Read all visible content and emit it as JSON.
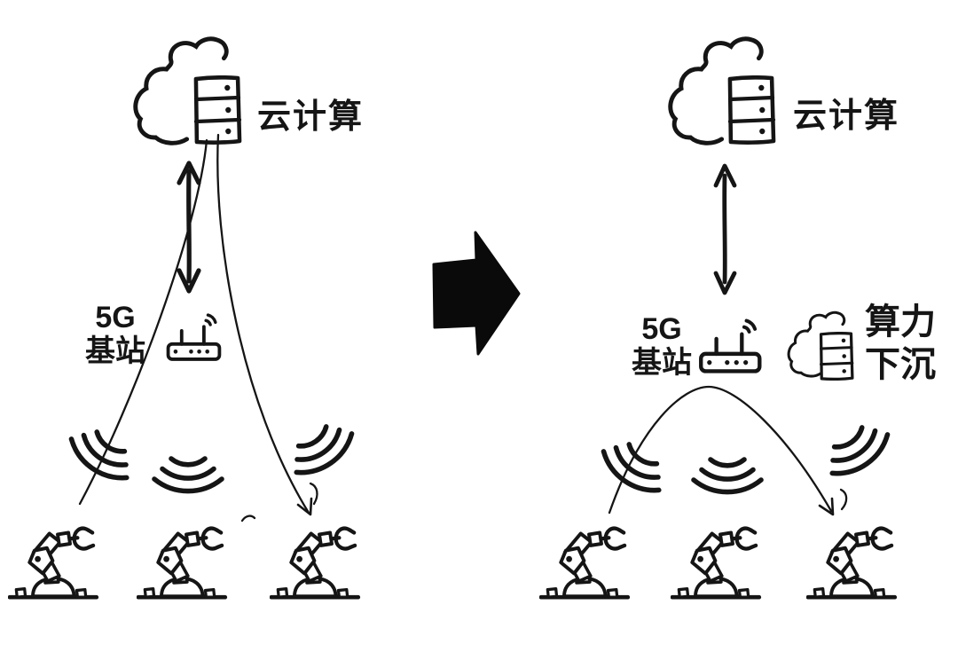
{
  "colors": {
    "ink": "#151515",
    "background": "#ffffff",
    "solid_arrow_fill": "#0a0a0a"
  },
  "left_diagram": {
    "cloud_computing_label": "云计算",
    "base_station_label_line1": "5G",
    "base_station_label_line2": "基站"
  },
  "right_diagram": {
    "cloud_computing_label": "云计算",
    "base_station_label_line1": "5G",
    "base_station_label_line2": "基站",
    "edge_computing_label_line1": "算力",
    "edge_computing_label_line2": "下沉"
  },
  "icons": {
    "cloud_server": "cloud-with-server-rack-icon",
    "router": "5g-base-station-router-icon",
    "wifi_waves": "wireless-signal-arcs-icon",
    "robot_arm": "industrial-robot-arm-icon",
    "updown_arrow": "bidirectional-vertical-arrow",
    "transform_arrow": "large-solid-right-arrow"
  }
}
